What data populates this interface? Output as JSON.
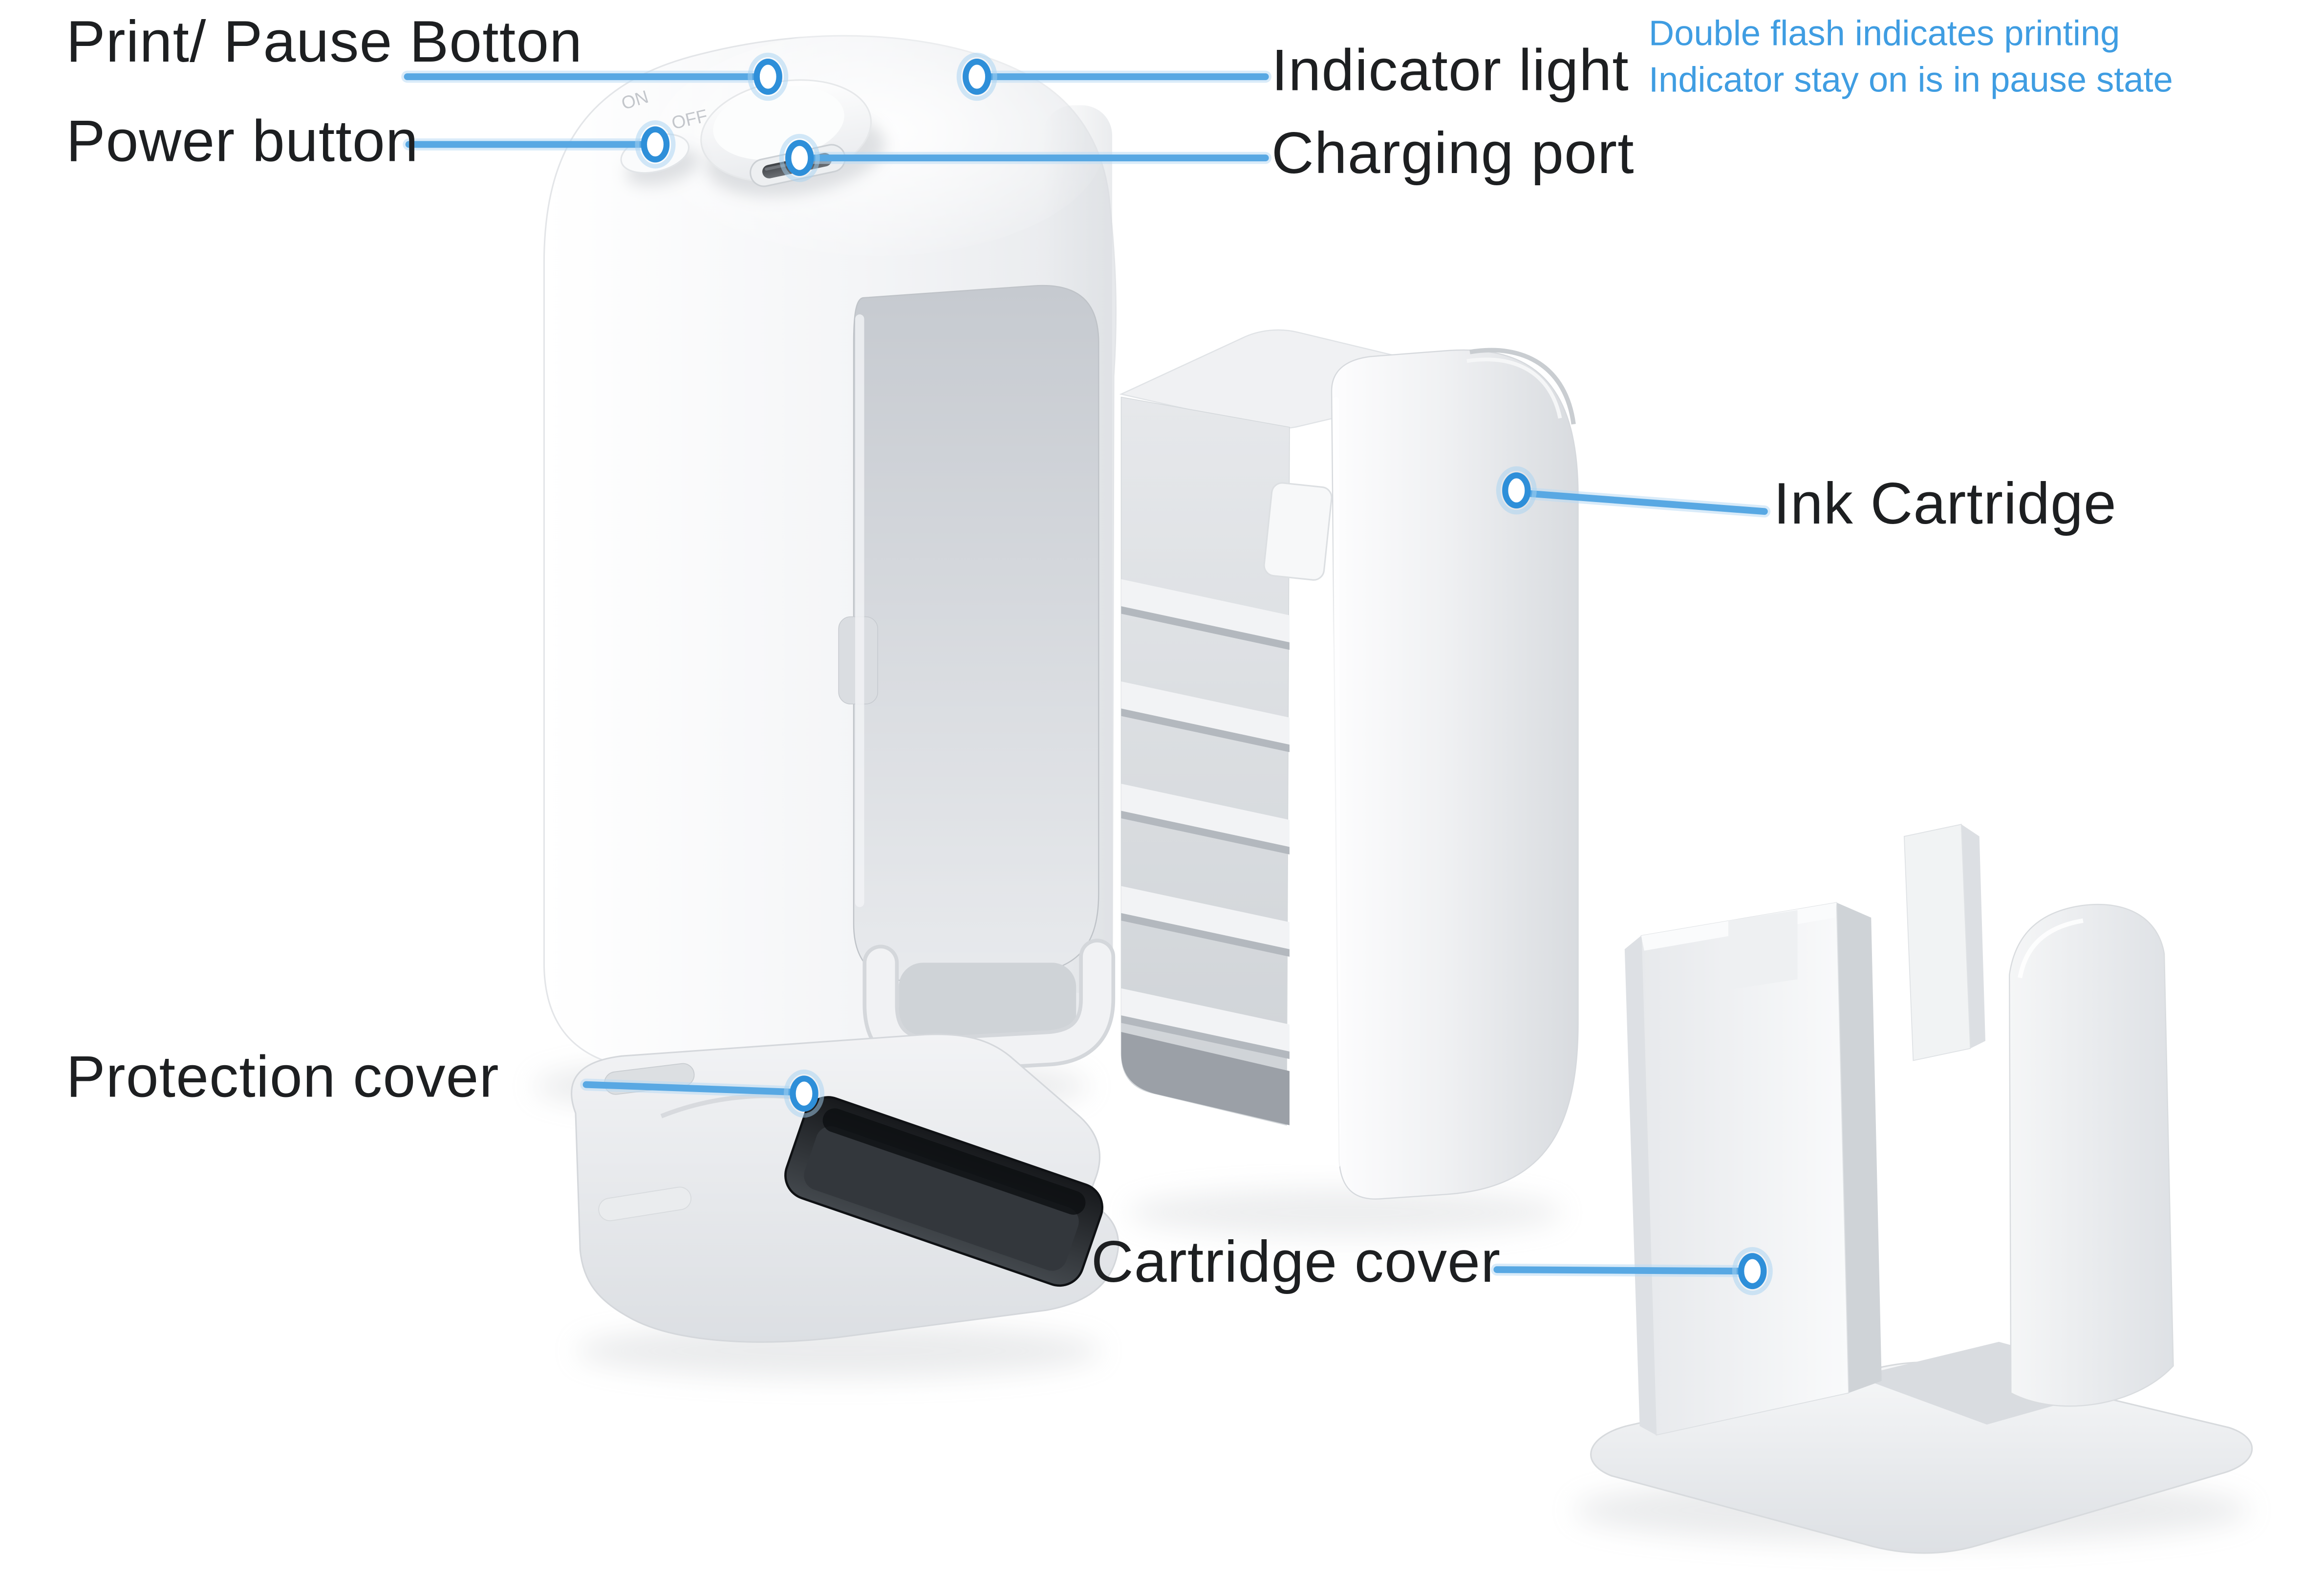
{
  "callout_labels": {
    "print_pause": "Print/ Pause Botton",
    "power": "Power button",
    "indicator": "Indicator light",
    "charging": "Charging port",
    "ink_cartridge": "Ink Cartridge",
    "protection_cover": "Protection cover",
    "cartridge_cover": "Cartridge cover"
  },
  "note": {
    "line1": "Double flash indicates printing",
    "line2": "Indicator stay on is in pause state"
  },
  "device_markings": {
    "power_on": "ON",
    "power_off": "OFF"
  },
  "colors": {
    "leader_line": "#58a8e3",
    "callout_dot_ring": "#2e8fd9",
    "callout_dot_fill": "#ffffff",
    "label_text": "#1d1f21",
    "note_text": "#3f9de2",
    "background": "#ffffff",
    "slot_black": "#24272b"
  }
}
